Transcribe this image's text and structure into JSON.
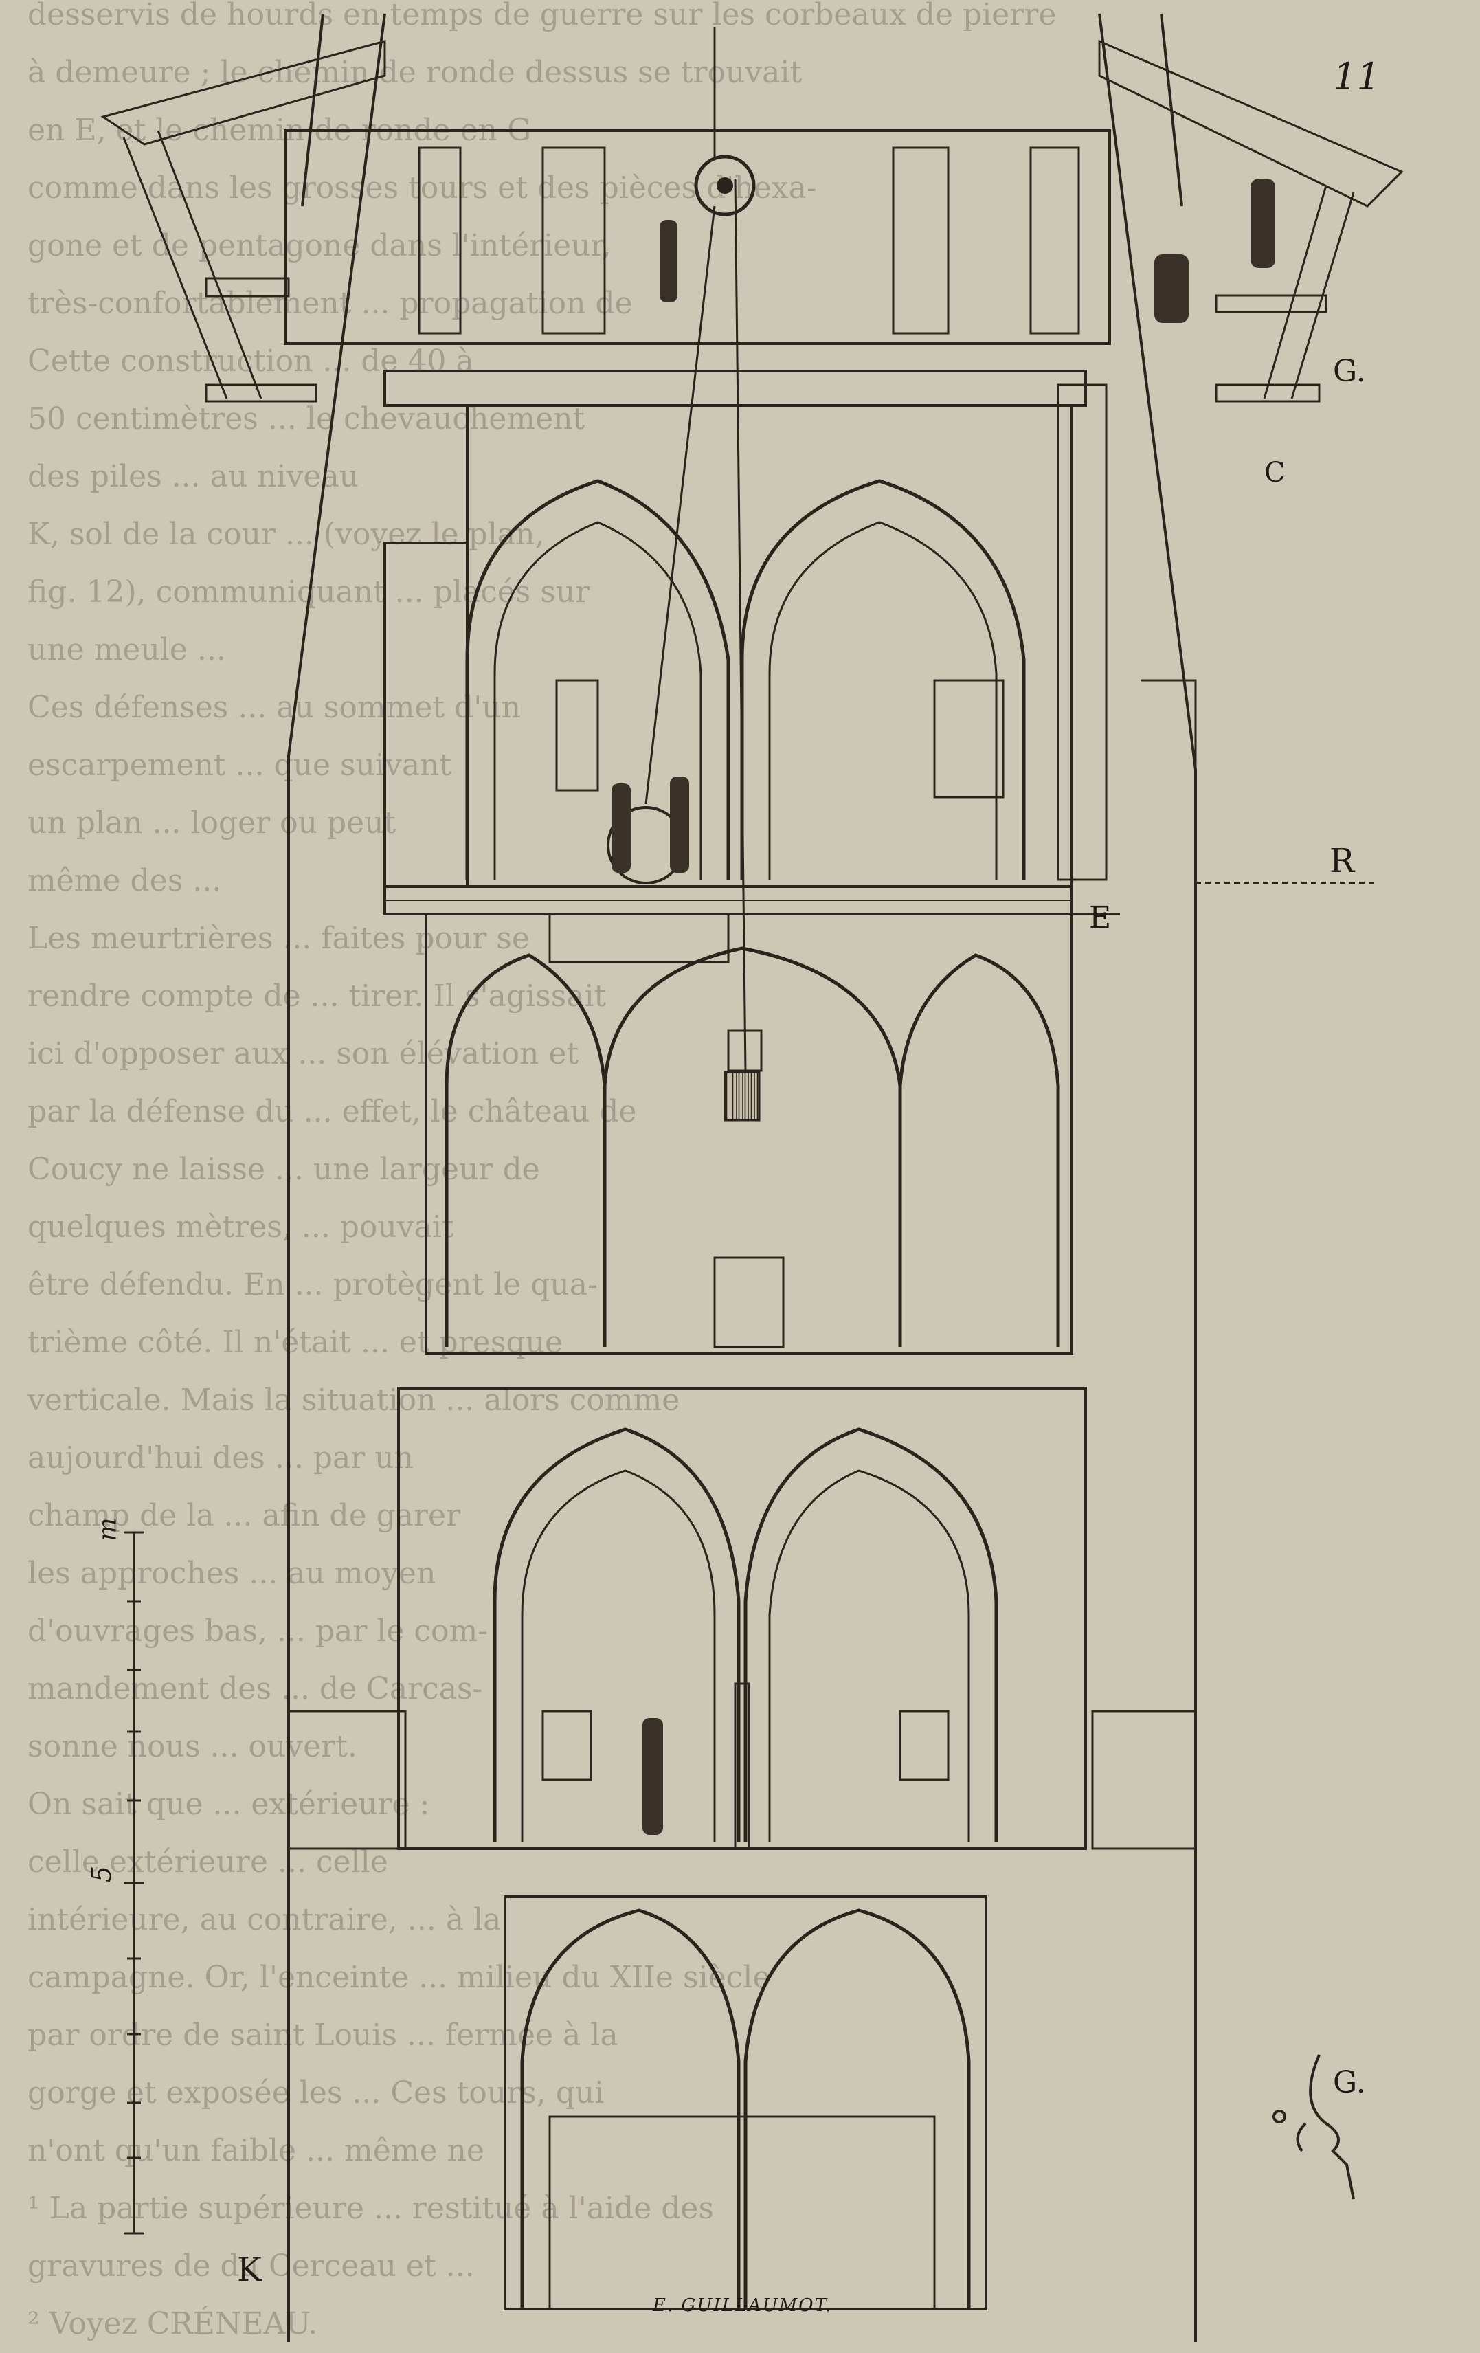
{
  "page": {
    "number": "11",
    "bleed_through_lines": [
      "desservis de hourds en temps de guerre sur les corbeaux de pierre",
      "à demeure ; le chemin de ronde dessus se trouvait",
      "en E, et le chemin de ronde en G",
      "comme dans les grosses tours et des pièces d'hexa-",
      "gone et de pentagone dans l'intérieur,",
      "très-confortablement ... propagation de",
      "Cette construction ... de 40 à",
      "50 centimètres ... le chevauchement",
      "des piles ... au niveau",
      "K, sol de la cour ... (voyez le plan,",
      "fig. 12), communiquant ... placés sur",
      "une meule ...",
      "Ces défenses ... au sommet d'un",
      "escarpement ... que suivant",
      "un plan ... loger ou peut",
      "même des ...",
      "Les meurtrières ... faites pour se",
      "rendre compte de ... tirer. Il s'agissait",
      "ici d'opposer aux ... son élévation et",
      "par la défense du ... effet, le château de",
      "Coucy ne laisse ... une largeur de",
      "quelques mètres, ... pouvait",
      "être défendu. En ... protègent le qua-",
      "trième côté. Il n'était ... et presque",
      "verticale. Mais la situation ... alors comme",
      "aujourd'hui des ... par un",
      "champ de la ... afin de garer",
      "les approches ... au moyen",
      "d'ouvrages bas, ... par le com-",
      "mandement des ... de Carcas-",
      "sonne nous ... ouvert.",
      "On sait que ... extérieure :",
      "celle extérieure ... celle",
      "intérieure, au contraire, ... à la",
      "campagne. Or, l'enceinte ... milieu du XIIe siècle",
      "par ordre de saint Louis ... fermée à la",
      "gorge et exposée les ... Ces tours, qui",
      "n'ont qu'un faible ... même ne",
      "",
      "¹ La partie supérieure ... restitué à l'aide des",
      "gravures de du Cerceau et ...",
      "² Voyez CRÉNEAU."
    ]
  },
  "labels": {
    "G_upper": "G.",
    "C": "C",
    "R": "R",
    "E": "E",
    "K": "K",
    "G_detail": "G.",
    "signature": "E. GUILLAUMOT."
  },
  "scale_bar": {
    "top_mark": "m",
    "mid_mark": "5"
  }
}
